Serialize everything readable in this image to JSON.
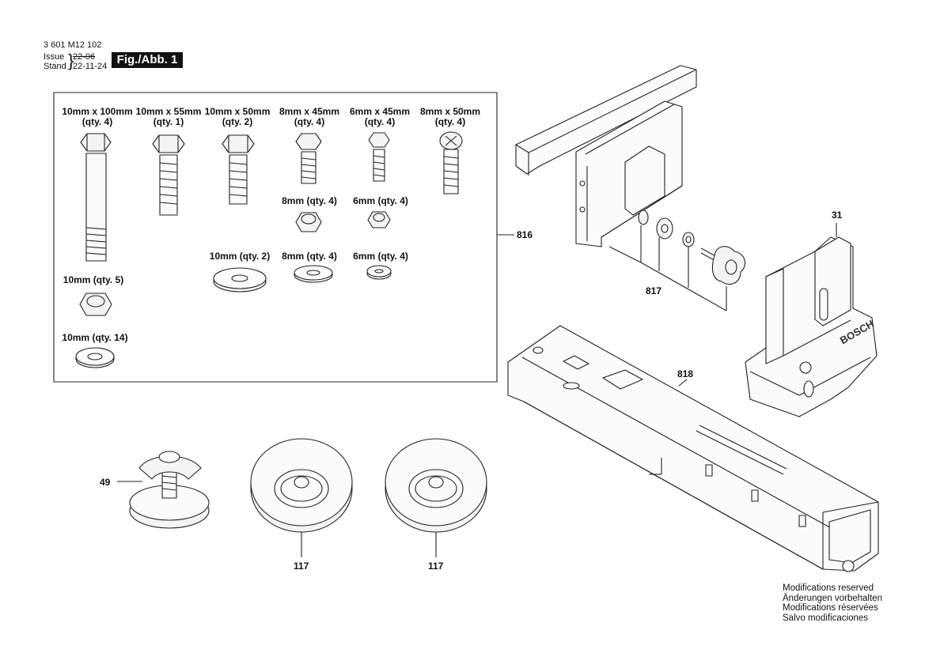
{
  "header": {
    "part_number": "3 601 M12 102",
    "issue_label": "Issue",
    "issue_value": "22-06",
    "stand_label": "Stand",
    "stand_value": "22-11-24",
    "figure_badge": "Fig./Abb. 1"
  },
  "hardware_kit": {
    "bolts": [
      {
        "size": "10mm x 100mm",
        "qty": "(qty. 4)"
      },
      {
        "size": "10mm x 55mm",
        "qty": "(qty. 1)"
      },
      {
        "size": "10mm x 50mm",
        "qty": "(qty. 2)"
      },
      {
        "size": "8mm x 45mm",
        "qty": "(qty. 4)"
      },
      {
        "size": "6mm x 45mm",
        "qty": "(qty. 4)"
      },
      {
        "size": "8mm x 50mm",
        "qty": "(qty. 4)"
      }
    ],
    "nuts": [
      {
        "label": "8mm (qty. 4)"
      },
      {
        "label": "6mm (qty. 4)"
      },
      {
        "label": "10mm (qty. 5)"
      }
    ],
    "washers": [
      {
        "label": "10mm (qty. 2)"
      },
      {
        "label": "8mm (qty. 4)"
      },
      {
        "label": "6mm (qty. 4)"
      },
      {
        "label": "10mm (qty. 14)"
      }
    ]
  },
  "callouts": {
    "kit": "816",
    "knob_set": "817",
    "base_bracket": "31",
    "rail": "818",
    "foot": "49",
    "wheel_1": "117",
    "wheel_2": "117"
  },
  "footer": {
    "line1": "Modifications reserved",
    "line2": "Änderungen vorbehalten",
    "line3": "Modifications réservées",
    "line4": "Salvo modificaciones"
  }
}
